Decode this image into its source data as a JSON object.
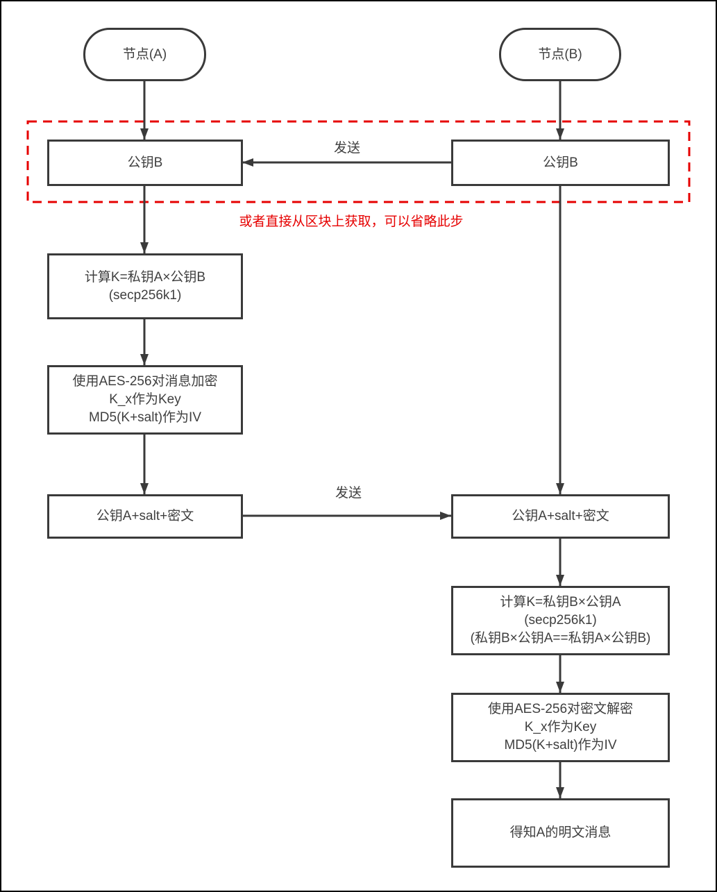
{
  "diagram": {
    "title": "ECDH + AES-256 message exchange flowchart",
    "nodes": {
      "node_a": "节点(A)",
      "node_b": "节点(B)",
      "pubkey_b_left": "公钥B",
      "pubkey_b_right": "公钥B",
      "calc_a": "计算K=私钥A×公钥B\n(secp256k1)",
      "encrypt_a": "使用AES-256对消息加密\nK_x作为Key\nMD5(K+salt)作为IV",
      "payload_left": "公钥A+salt+密文",
      "payload_right": "公钥A+salt+密文",
      "calc_b": "计算K=私钥B×公钥A\n(secp256k1)\n(私钥B×公钥A==私钥A×公钥B)",
      "decrypt_b": "使用AES-256对密文解密\nK_x作为Key\nMD5(K+salt)作为IV",
      "result_b": "得知A的明文消息"
    },
    "edge_labels": {
      "send_top": "发送",
      "send_bottom": "发送"
    },
    "annotations": {
      "optional_note": "或者直接从区块上获取，可以省略此步"
    },
    "colors": {
      "stroke": "#3a3a3a",
      "text": "#3f3f3f",
      "highlight_red": "#e60000",
      "background": "#ffffff",
      "frame": "#000000"
    }
  }
}
